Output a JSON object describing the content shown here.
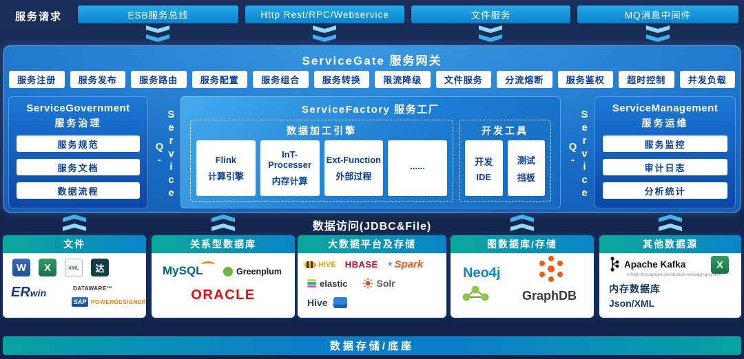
{
  "top_bar": {
    "label": "服务请求",
    "buttons": [
      "ESB服务总线",
      "Http Rest/RPC/Webservice",
      "文件服务",
      "MQ消息中间件"
    ]
  },
  "gateway": {
    "title": "ServiceGate  服务网关",
    "features": [
      "服务注册",
      "服务发布",
      "服务路由",
      "服务配置",
      "服务组合",
      "服务转换",
      "限流降级",
      "文件服务",
      "分流熔断",
      "服务鉴权",
      "超时控制",
      "并发负载"
    ]
  },
  "q_service": {
    "left": "Q-Service",
    "right": "Q-Service"
  },
  "governance": {
    "title_en": "ServiceGovernment",
    "title_zh": "服务治理",
    "items": [
      "服务规范",
      "服务文档",
      "数据流程"
    ]
  },
  "factory": {
    "title": "ServiceFactory  服务工厂",
    "engine": {
      "title": "数据加工引擎",
      "cards": [
        {
          "line1": "Flink",
          "line2": "计算引擎"
        },
        {
          "line1": "InT-Processer",
          "line2": "内存计算"
        },
        {
          "line1": "Ext-Function",
          "line2": "外部过程"
        },
        {
          "line1": "......",
          "line2": ""
        }
      ]
    },
    "devtools": {
      "title": "开发工具",
      "cards": [
        {
          "line1": "开发",
          "line2": "IDE"
        },
        {
          "line1": "测试",
          "line2": "挡板"
        }
      ]
    }
  },
  "management": {
    "title_en": "ServiceManagement",
    "title_zh": "服务运维",
    "items": [
      "服务监控",
      "审计日志",
      "分析统计"
    ]
  },
  "data_access_label": "数据访问(JDBC&File)",
  "datasources": {
    "files": {
      "title": "文件",
      "word": "W",
      "excel": "X",
      "xml": "XML",
      "dm": "达",
      "erwin_er": "ER",
      "erwin_win": "win",
      "dataware": "DATAWARE™",
      "sap": "SAP",
      "powerdesigner": "POWERDESIGNER"
    },
    "relational": {
      "title": "关系型数据库",
      "mysql": "MySQL",
      "greenplum": "Greenplum",
      "oracle": "ORACLE"
    },
    "bigdata": {
      "title": "大数据平台及存储",
      "hive_top": "HIVE",
      "hbase": "HBASE",
      "spark_star": "★",
      "spark": "Spark",
      "elastic": "elastic",
      "solr": "Solr",
      "hive_bottom": "Hive"
    },
    "graph": {
      "title": "图数据库/存储",
      "neo4j": "Neo4j",
      "graphdb": "GraphDB"
    },
    "other": {
      "title": "其他数据源",
      "kafka": "Apache Kafka",
      "kafka_tagline": "A high-throughput distributed messaging system",
      "excel": "X",
      "memdb": "内存数据库",
      "jsonxml": "Json/XML"
    }
  },
  "bottom_bar_label": "数据存储/底座"
}
